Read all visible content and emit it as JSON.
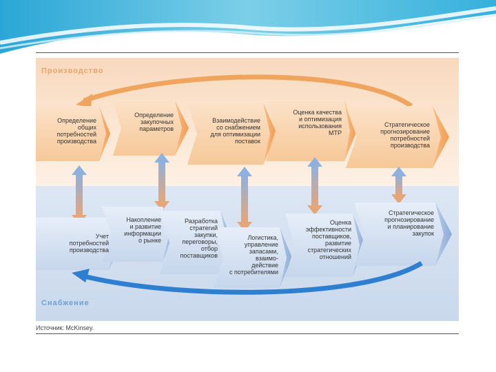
{
  "production_label": "Производство",
  "supply_label": "Снабжение",
  "source": "Источник: McKinsey.",
  "production_steps": [
    {
      "line1": "Определение",
      "line2": "общих",
      "line3": "потребностей",
      "line4": "производства"
    },
    {
      "line1": "Определение",
      "line2": "закупочных",
      "line3": "параметров"
    },
    {
      "line1": "Взаимодействие",
      "line2": "со снабжением",
      "line3": "для оптимизации",
      "line4": "поставок"
    },
    {
      "line1": "Оценка качества",
      "line2": "и оптимизация",
      "line3": "использования",
      "line4": "МТР"
    },
    {
      "line1": "Стратегическое",
      "line2": "прогнозирование",
      "line3": "потребностей",
      "line4": "производства"
    }
  ],
  "supply_steps": [
    {
      "line1": "Учет",
      "line2": "потребностей",
      "line3": "производства"
    },
    {
      "line1": "Накопление",
      "line2": "и развитие",
      "line3": "информации",
      "line4": "о рынке"
    },
    {
      "line1": "Разработка",
      "line2": "стратегий",
      "line3": "закупки,",
      "line4": "переговоры,",
      "line5": "отбор",
      "line6": "поставщиков"
    },
    {
      "line1": "Логистика,",
      "line2": "управление",
      "line3": "запасами,",
      "line4": "взаимо-",
      "line5": "действие",
      "line6": "с потребителями"
    },
    {
      "line1": "Оценка",
      "line2": "эффективности",
      "line3": "поставщиков,",
      "line4": "развитие",
      "line5": "стратегических",
      "line6": "отношений"
    },
    {
      "line1": "Стратегическое",
      "line2": "прогнозирование",
      "line3": "и планирование",
      "line4": "закупок"
    }
  ],
  "colors": {
    "production_arrow": "#f3a25c",
    "supply_arrow": "#9bb8dd",
    "cycle_top": "#f0a55f",
    "cycle_bottom": "#2f7fd0"
  }
}
